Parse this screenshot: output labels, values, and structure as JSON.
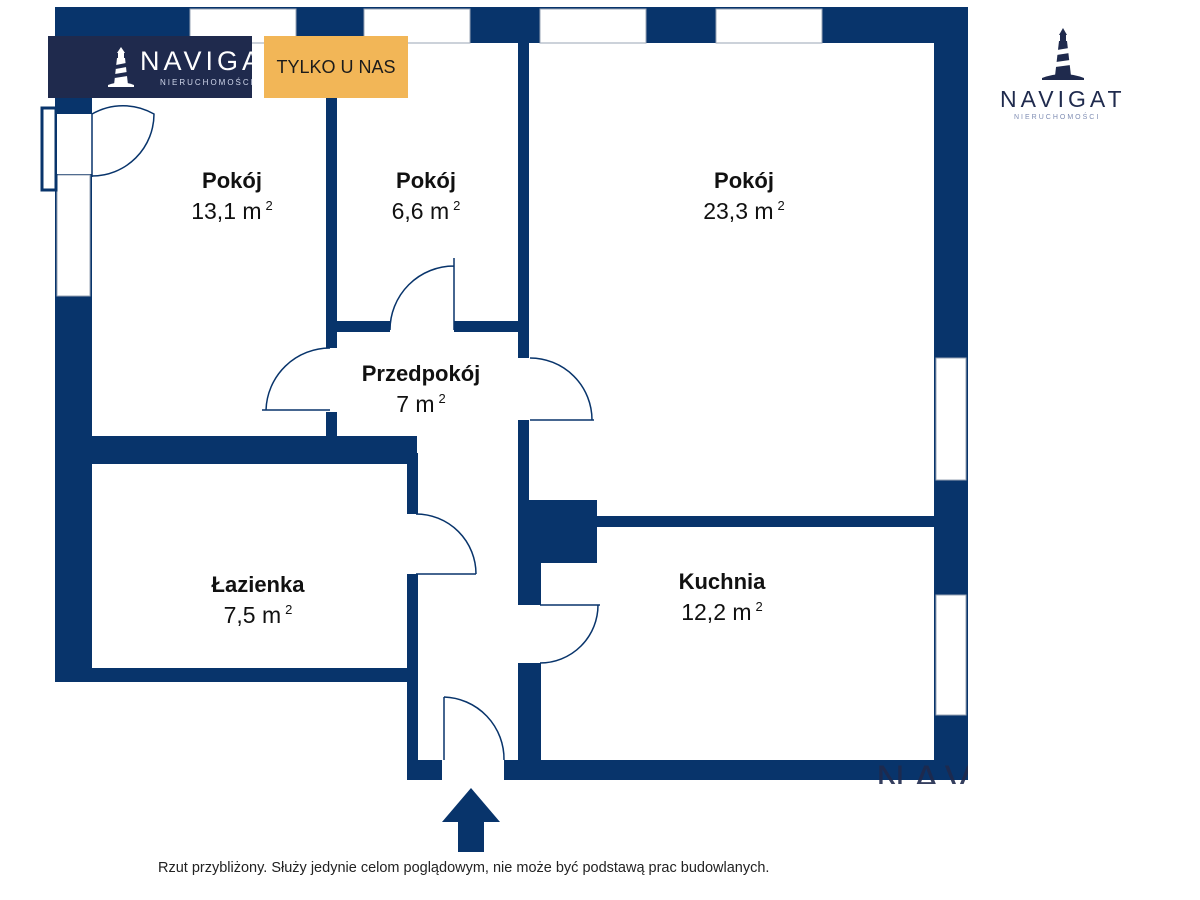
{
  "brand": {
    "name": "NAVIGAT",
    "subtitle": "NIERUCHOMOŚCI",
    "tag": "TYLKO U NAS",
    "watermark": "NAVI"
  },
  "rooms": [
    {
      "id": "pokoj-1",
      "name": "Pokój",
      "area": "13,1 m",
      "unit_exp": "2"
    },
    {
      "id": "pokoj-2",
      "name": "Pokój",
      "area": "6,6 m",
      "unit_exp": "2"
    },
    {
      "id": "pokoj-3",
      "name": "Pokój",
      "area": "23,3 m",
      "unit_exp": "2"
    },
    {
      "id": "przedpokoj",
      "name": "Przedpokój",
      "area": "7 m",
      "unit_exp": "2"
    },
    {
      "id": "lazienka",
      "name": "Łazienka",
      "area": "7,5 m",
      "unit_exp": "2"
    },
    {
      "id": "kuchnia",
      "name": "Kuchnia",
      "area": "12,2 m",
      "unit_exp": "2"
    }
  ],
  "disclaimer": "Rzut przybliżony. Służy jedynie celom poglądowym, nie może być podstawą prac budowlanych.",
  "colors": {
    "wall": "#08346b",
    "window": "#ffffff",
    "logo_bg": "#1f2a4d",
    "tag_bg": "#f2b657",
    "entrance_arrow": "#08346b"
  },
  "icons": {
    "logo": "lighthouse-icon",
    "entrance": "arrow-up-icon"
  }
}
